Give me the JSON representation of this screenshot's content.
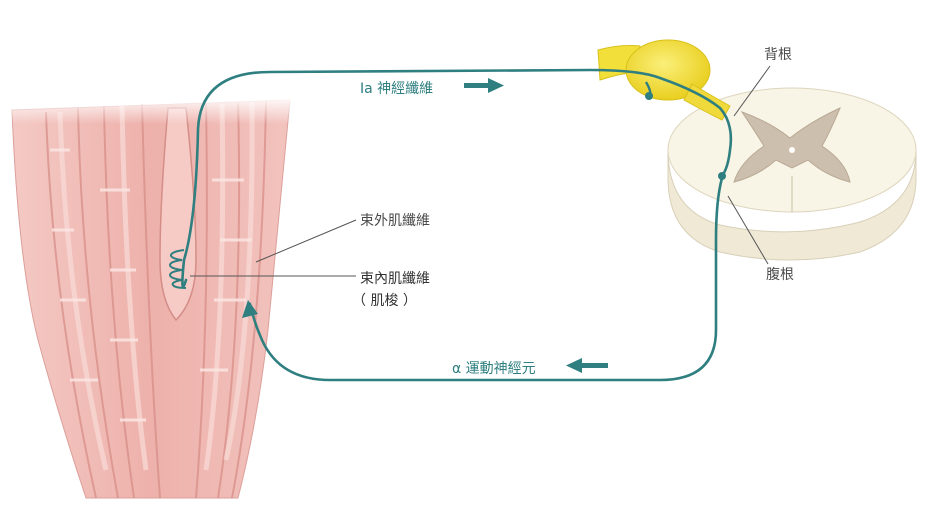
{
  "labels": {
    "ia_fiber": "Ia 神經纖維",
    "alpha_motor_neuron": "α 運動神經元",
    "dorsal_root": "背根",
    "ventral_root": "腹根",
    "extrafusal": "束外肌纖維",
    "intrafusal": "束內肌纖維",
    "spindle": "（ 肌梭 ）"
  },
  "colors": {
    "nerve": "#2f7f80",
    "muscle": "#eeb3ae",
    "muscle_dark": "#d98f8a",
    "ganglion": "#f2df3a",
    "gray_matter": "#cdbfae",
    "cord": "#f7f3e6"
  }
}
